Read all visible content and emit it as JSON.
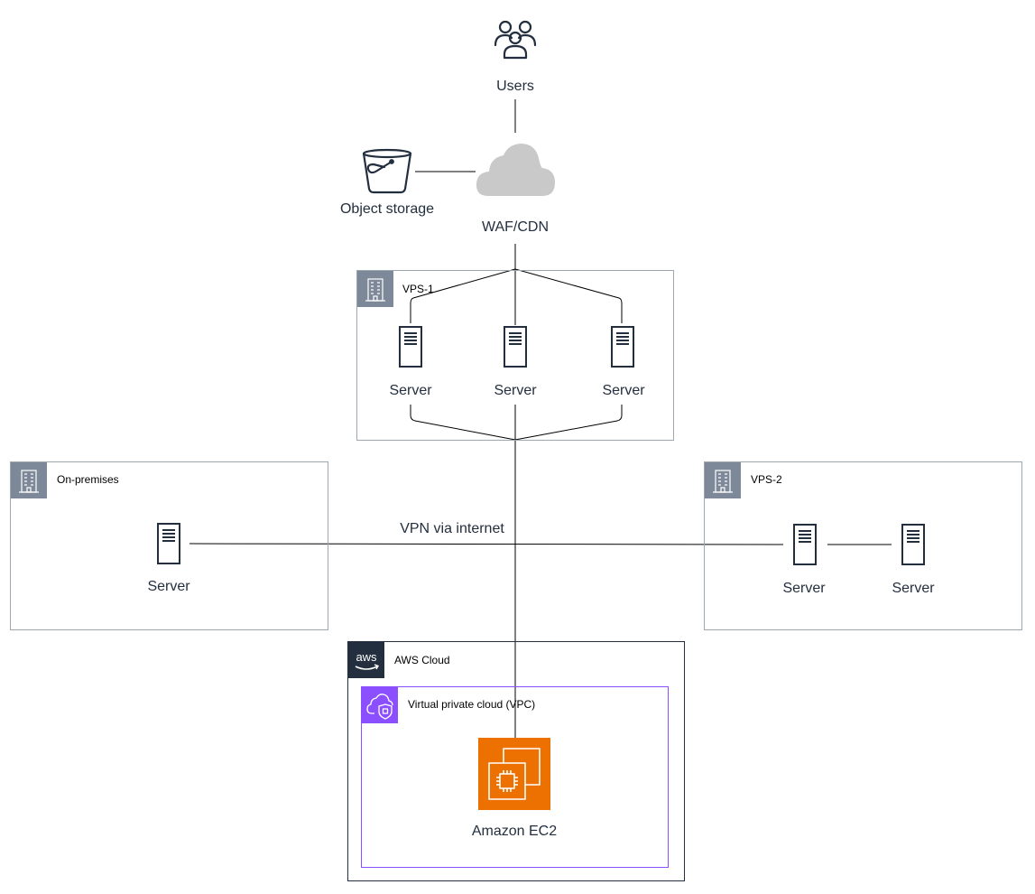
{
  "users": {
    "label": "Users",
    "icon": "users-icon"
  },
  "object_storage": {
    "label": "Object storage",
    "icon": "bucket-icon"
  },
  "waf_cdn": {
    "label": "WAF/CDN",
    "icon": "cloud-icon"
  },
  "vps1": {
    "label": "VPS-1",
    "icon": "building-icon",
    "servers": [
      {
        "label": "Server"
      },
      {
        "label": "Server"
      },
      {
        "label": "Server"
      }
    ]
  },
  "on_premises": {
    "label": "On-premises",
    "icon": "building-icon",
    "servers": [
      {
        "label": "Server"
      }
    ]
  },
  "vps2": {
    "label": "VPS-2",
    "icon": "building-icon",
    "servers": [
      {
        "label": "Server"
      },
      {
        "label": "Server"
      }
    ]
  },
  "vpn_label": "VPN via internet",
  "aws_cloud": {
    "label": "AWS Cloud",
    "logo_text": "aws",
    "color": "#232f3e"
  },
  "vpc": {
    "label": "Virtual private cloud (VPC)",
    "color": "#8c4fff"
  },
  "ec2": {
    "label": "Amazon EC2",
    "color": "#ed7100"
  },
  "colors": {
    "group_border": "#9ea7b0",
    "group_icon_bg": "#7d8998",
    "line": "#000000",
    "cloud": "#c9c9c9"
  }
}
